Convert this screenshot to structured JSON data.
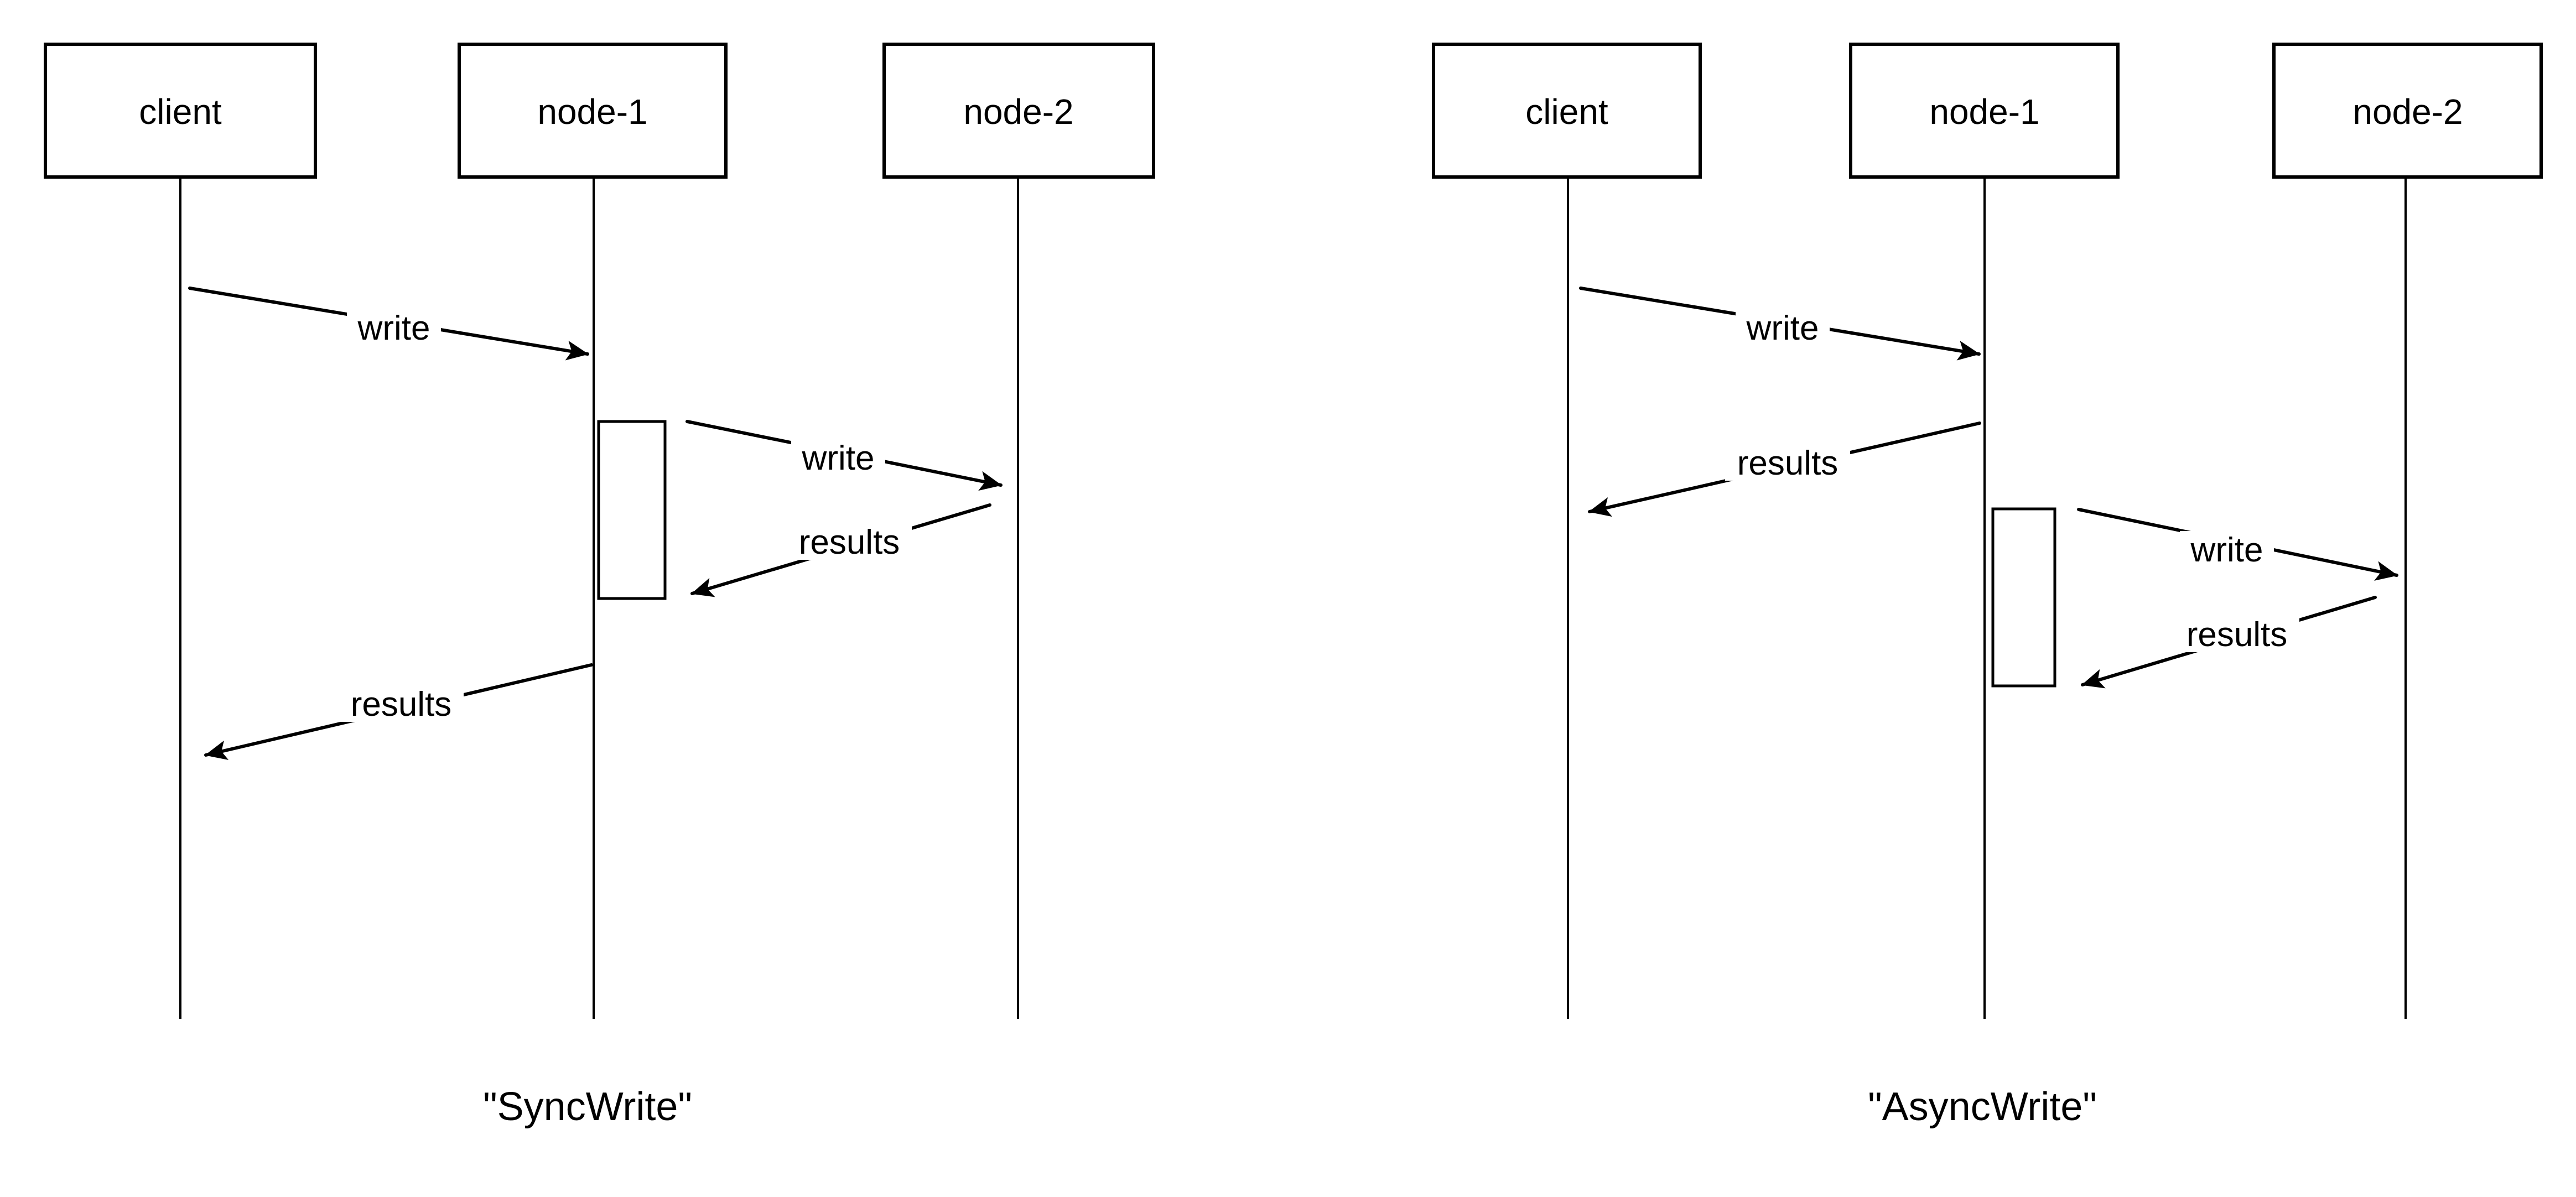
{
  "page": {
    "background_color": "#ffffff",
    "ink_color": "#000000"
  },
  "diagrams": [
    {
      "caption": "\"SyncWrite\"",
      "actors": [
        {
          "label": "client"
        },
        {
          "label": "node-1"
        },
        {
          "label": "node-2"
        }
      ],
      "messages": [
        {
          "label": "write",
          "from": "client",
          "to": "node-1"
        },
        {
          "label": "write",
          "from": "node-1",
          "to": "node-2"
        },
        {
          "label": "results",
          "from": "node-2",
          "to": "node-1"
        },
        {
          "label": "results",
          "from": "node-1",
          "to": "client"
        }
      ]
    },
    {
      "caption": "\"AsyncWrite\"",
      "actors": [
        {
          "label": "client"
        },
        {
          "label": "node-1"
        },
        {
          "label": "node-2"
        }
      ],
      "messages": [
        {
          "label": "write",
          "from": "client",
          "to": "node-1"
        },
        {
          "label": "results",
          "from": "node-1",
          "to": "client"
        },
        {
          "label": "write",
          "from": "node-1",
          "to": "node-2"
        },
        {
          "label": "results",
          "from": "node-2",
          "to": "node-1"
        }
      ]
    }
  ]
}
